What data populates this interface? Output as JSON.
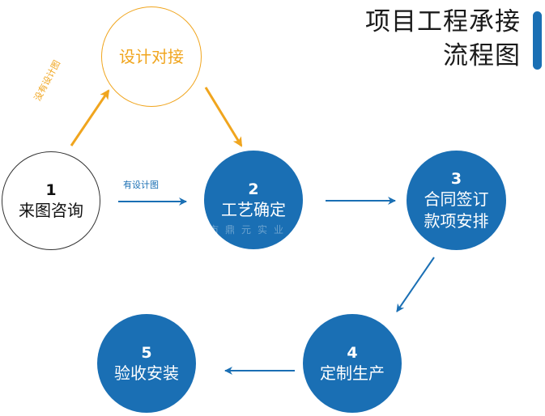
{
  "title": {
    "line1": "项目工程承接",
    "line2": "流程图"
  },
  "colors": {
    "blue": "#1a6fb4",
    "orange": "#f0a51e",
    "dark": "#333333"
  },
  "nodes": {
    "design": {
      "label": "设计对接"
    },
    "n1": {
      "num": "1",
      "label": "来图咨询"
    },
    "n2": {
      "num": "2",
      "label": "工艺确定"
    },
    "n3": {
      "num": "3",
      "label_line1": "合同签订",
      "label_line2": "款项安排"
    },
    "n4": {
      "num": "4",
      "label": "定制生产"
    },
    "n5": {
      "num": "5",
      "label": "验收安装"
    }
  },
  "edges": {
    "no_drawing": "没有设计图",
    "has_drawing": "有设计图"
  },
  "watermark": "市鼎元实业"
}
